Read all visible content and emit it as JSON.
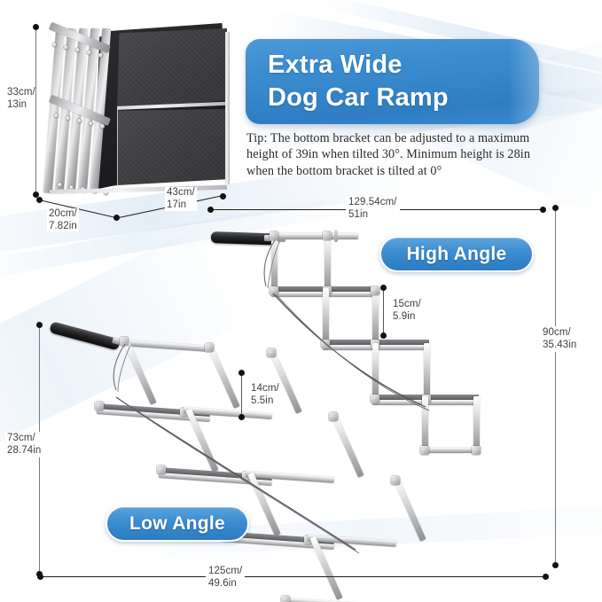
{
  "headline": {
    "line1": "Extra Wide",
    "line2": "Dog Car Ramp",
    "full": "Extra Wide\nDog Car Ramp"
  },
  "tip": {
    "text": "Tip: The bottom bracket can be adjusted to a maximum height of 39in when tilted 30°. Minimum height is 28in when the bottom bracket is tilted at 0°"
  },
  "badges": {
    "high_angle": "High Angle",
    "low_angle": "Low Angle"
  },
  "dimensions": {
    "folded_height": "33cm/\n13in",
    "folded_depth": "20cm/\n7.82in",
    "folded_width": "43cm/\n17in",
    "high_angle_length": "129.54cm/\n51in",
    "high_angle_height": "90cm/\n35.43in",
    "high_angle_step_rise": "15cm/\n5.9in",
    "low_angle_step_rise": "14cm/\n5.5in",
    "low_angle_height": "73cm/\n28.74in",
    "low_angle_length": "125cm/\n49.6in"
  },
  "colors": {
    "brand_blue": "#3b8ccf",
    "banner_blue_light": "#4c9ad8",
    "banner_blue_dark": "#2f7ec4",
    "text_dark": "#2b2b2b",
    "dimension_gray": "#404040",
    "panel_dark": "#3e3e41",
    "aluminium": "#c9c9cb"
  }
}
